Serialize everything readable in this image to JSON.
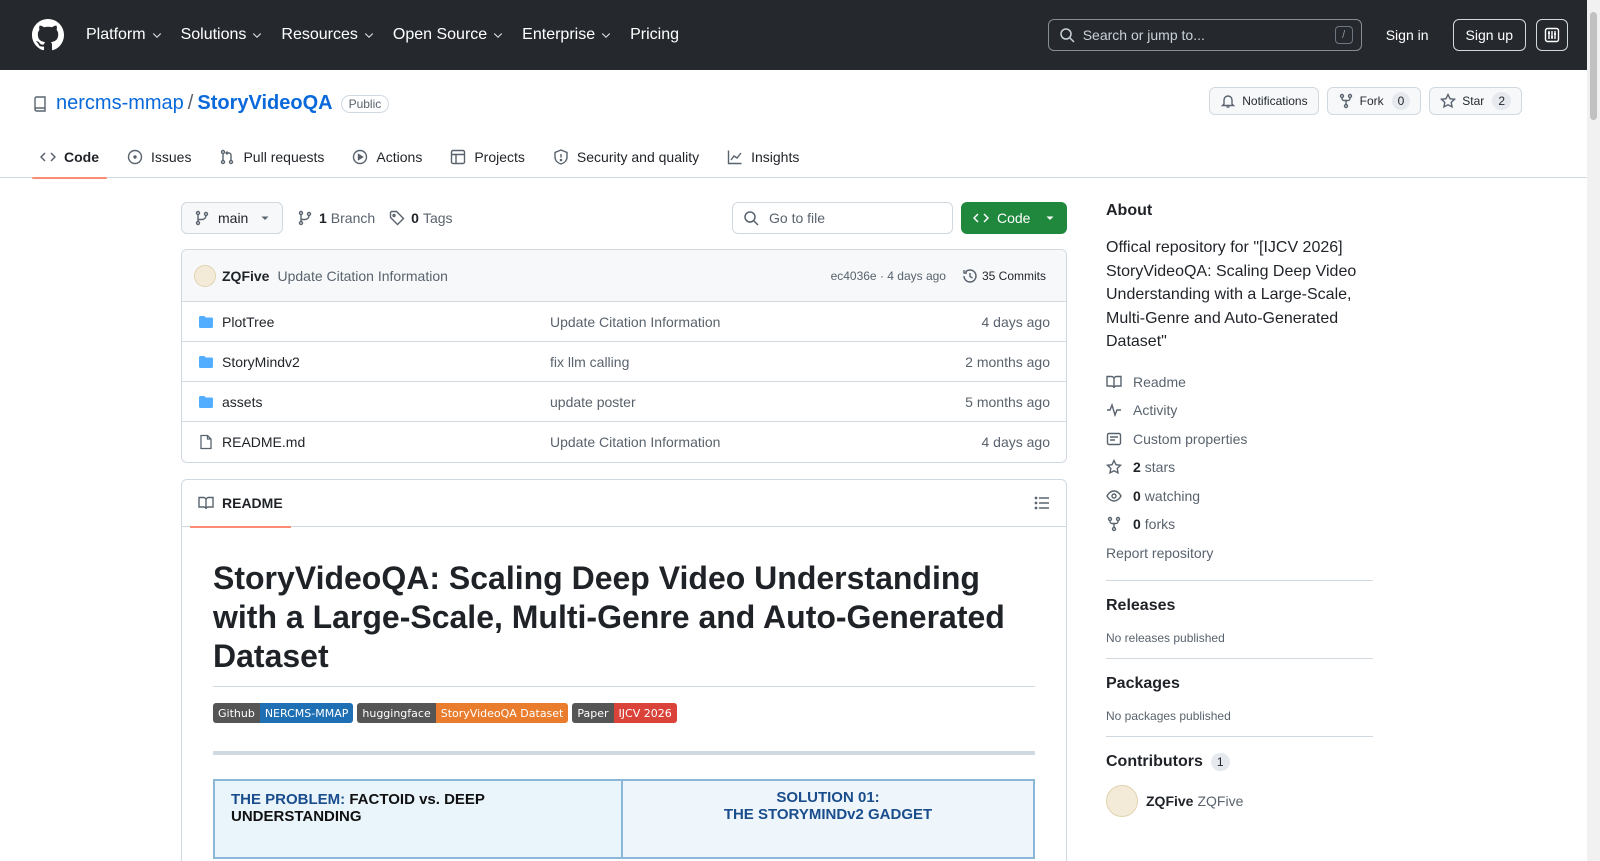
{
  "header": {
    "nav": [
      "Platform",
      "Solutions",
      "Resources",
      "Open Source",
      "Enterprise"
    ],
    "pricing": "Pricing",
    "search_placeholder": "Search or jump to...",
    "search_key": "/",
    "sign_in": "Sign in",
    "sign_up": "Sign up"
  },
  "repo": {
    "owner": "nercms-mmap",
    "separator": "/",
    "name": "StoryVideoQA",
    "visibility": "Public",
    "notifications": "Notifications",
    "fork_label": "Fork",
    "fork_count": "0",
    "star_label": "Star",
    "star_count": "2"
  },
  "tabs": [
    "Code",
    "Issues",
    "Pull requests",
    "Actions",
    "Projects",
    "Security and quality",
    "Insights"
  ],
  "toolbar": {
    "branch": "main",
    "branch_count": "1",
    "branch_label": "Branch",
    "tag_count": "0",
    "tag_label": "Tags",
    "goto_placeholder": "Go to file",
    "code_button": "Code"
  },
  "commit": {
    "author": "ZQFive",
    "message": "Update Citation Information",
    "hash": "ec4036e · 4 days ago",
    "commits": "35 Commits"
  },
  "files": [
    {
      "name": "PlotTree",
      "type": "folder",
      "message": "Update Citation Information",
      "age": "4 days ago"
    },
    {
      "name": "StoryMindv2",
      "type": "folder",
      "message": "fix llm calling",
      "age": "2 months ago"
    },
    {
      "name": "assets",
      "type": "folder",
      "message": "update poster",
      "age": "5 months ago"
    },
    {
      "name": "README.md",
      "type": "file",
      "message": "Update Citation Information",
      "age": "4 days ago"
    }
  ],
  "readme": {
    "tab": "README",
    "title": "StoryVideoQA: Scaling Deep Video Understanding with a Large-Scale, Multi-Genre and Auto-Generated Dataset",
    "shields": [
      {
        "left": "Github",
        "right": "NERCMS-MMAP",
        "color": "#1f6fb5"
      },
      {
        "left": "huggingface",
        "right": "StoryVideoQA Dataset",
        "color": "#e97c2d"
      },
      {
        "left": "Paper",
        "right": "IJCV 2026",
        "color": "#d9433a"
      }
    ],
    "poster_left_a": "THE PROBLEM:",
    "poster_left_b": "FACTOID vs. DEEP UNDERSTANDING",
    "poster_right_a": "SOLUTION 01:",
    "poster_right_b": "THE STORYMINDv2 GADGET"
  },
  "sidebar": {
    "about_title": "About",
    "about_text": "Offical repository for \"[IJCV 2026] StoryVideoQA: Scaling Deep Video Understanding with a Large-Scale, Multi-Genre and Auto-Generated Dataset\"",
    "readme": "Readme",
    "activity": "Activity",
    "custom_properties": "Custom properties",
    "stars_count": "2",
    "stars_label": "stars",
    "watching_count": "0",
    "watching_label": "watching",
    "forks_count": "0",
    "forks_label": "forks",
    "report": "Report repository",
    "releases_title": "Releases",
    "releases_text": "No releases published",
    "packages_title": "Packages",
    "packages_text": "No packages published",
    "contributors_title": "Contributors",
    "contributors_count": "1",
    "contributor_login": "ZQFive",
    "contributor_name": "ZQFive"
  }
}
